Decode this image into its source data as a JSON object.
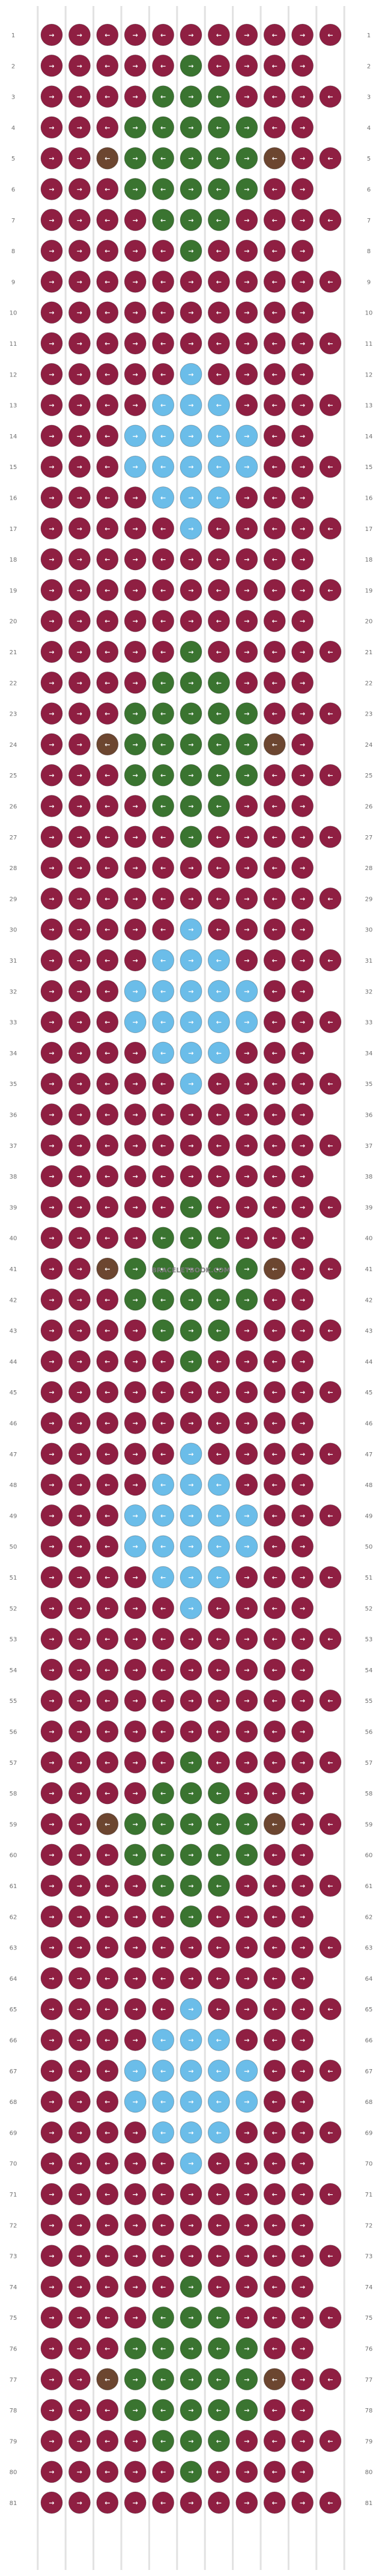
{
  "pattern": {
    "watermark": "BRACELETBOOK.COM",
    "row_count": 81,
    "column_count": 11,
    "colors": {
      "A": "#8f1f42",
      "B": "#3a7430",
      "C": "#6bbde9",
      "D": "#6c4630",
      "background": "#ffffff",
      "thread_top": "#eeeeee"
    },
    "strings": [
      "A",
      "A",
      "A",
      "A",
      "A",
      "A",
      "A",
      "A",
      "A",
      "A",
      "A",
      "A"
    ],
    "row_labels": [
      "1",
      "2",
      "3",
      "4",
      "5",
      "6",
      "7",
      "8",
      "9",
      "10",
      "11",
      "12",
      "13",
      "14",
      "15",
      "16",
      "17",
      "18",
      "19",
      "20",
      "21",
      "22",
      "23",
      "24",
      "25",
      "26",
      "27",
      "28",
      "29",
      "30",
      "31",
      "32",
      "33",
      "34",
      "35",
      "36",
      "37",
      "38",
      "39",
      "40",
      "41",
      "42",
      "43",
      "44",
      "45",
      "46",
      "47",
      "48",
      "49",
      "50",
      "51",
      "52",
      "53",
      "54",
      "55",
      "56",
      "57",
      "58",
      "59",
      "60",
      "61",
      "62",
      "63",
      "64",
      "65",
      "66",
      "67",
      "68",
      "69",
      "70",
      "71",
      "72",
      "73",
      "74",
      "75",
      "76",
      "77",
      "78",
      "79",
      "80",
      "81"
    ],
    "rows": [
      "AAAAAAAAAAA",
      "AAAAABAAAAA",
      "AAAABBBAAAA",
      "AAABBBBBAAA",
      "AADBBBBBDAA",
      "AAABBBBBAAA",
      "AAAABBBAAAA",
      "AAAAABAAAAA",
      "AAAAAAAAAAA",
      "AAAAAAAAAAA",
      "AAAAAAAAAAA",
      "AAAAACAAAAA",
      "AAAACCCAAAA",
      "AAACCCCCAAA",
      "AAACCCCCAAA",
      "AAAACCCAAAA",
      "AAAAACAAAAA",
      "AAAAAAAAAAA",
      "AAAAAAAAAAA",
      "AAAAAAAAAAA",
      "AAAAABAAAAA",
      "AAAABBBAAAA",
      "AAABBBBBAAA",
      "AADBBBBBDAA",
      "AAABBBBBAAA",
      "AAAABBBAAAA",
      "AAAAABAAAAA",
      "AAAAAAAAAAA",
      "AAAAAAAAAAA",
      "AAAAACAAAAA",
      "AAAACCCAAAA",
      "AAACCCCCAAA",
      "AAACCCCCAAA",
      "AAAACCCAAAA",
      "AAAAACAAAAA",
      "AAAAAAAAAAA",
      "AAAAAAAAAAA",
      "AAAAAAAAAAA",
      "AAAAABAAAAA",
      "AAAABBBAAAA",
      "AADBBBBBDAA",
      "AAABBBBBAAA",
      "AAAABBBAAAA",
      "AAAAABAAAAA",
      "AAAAAAAAAAA",
      "AAAAAAAAAAA",
      "AAAAACAAAAA",
      "AAAACCCAAAA",
      "AAACCCCCAAA",
      "AAACCCCCAAA",
      "AAAACCCAAAA",
      "AAAAACAAAAA",
      "AAAAAAAAAAA",
      "AAAAAAAAAAA",
      "AAAAAAAAAAA",
      "AAAAAAAAAAA",
      "AAAAABAAAAA",
      "AAAABBBAAAA",
      "AADBBBBBDAA",
      "AAABBBBBAAA",
      "AAAABBBAAAA",
      "AAAAABAAAAA",
      "AAAAAAAAAAA",
      "AAAAAAAAAAA",
      "AAAAACAAAAA",
      "AAAACCCAAAA",
      "AAACCCCCAAA",
      "AAACCCCCAAA",
      "AAAACCCAAAA",
      "AAAAACAAAAA",
      "AAAAAAAAAAA",
      "AAAAAAAAAAA",
      "AAAAAAAAAAA",
      "AAAAABAAAAA",
      "AAAABBBAAAA",
      "AAABBBBBAAA",
      "AADBBBBBDAA",
      "AAABBBBBAAA",
      "AAAABBBAAAA",
      "AAAAABAAAAA",
      "AAAAAAAAAAA"
    ],
    "direction_pattern": [
      "→",
      "→",
      "←",
      "→",
      "←",
      "→",
      "←",
      "→",
      "←",
      "→",
      "←"
    ]
  }
}
